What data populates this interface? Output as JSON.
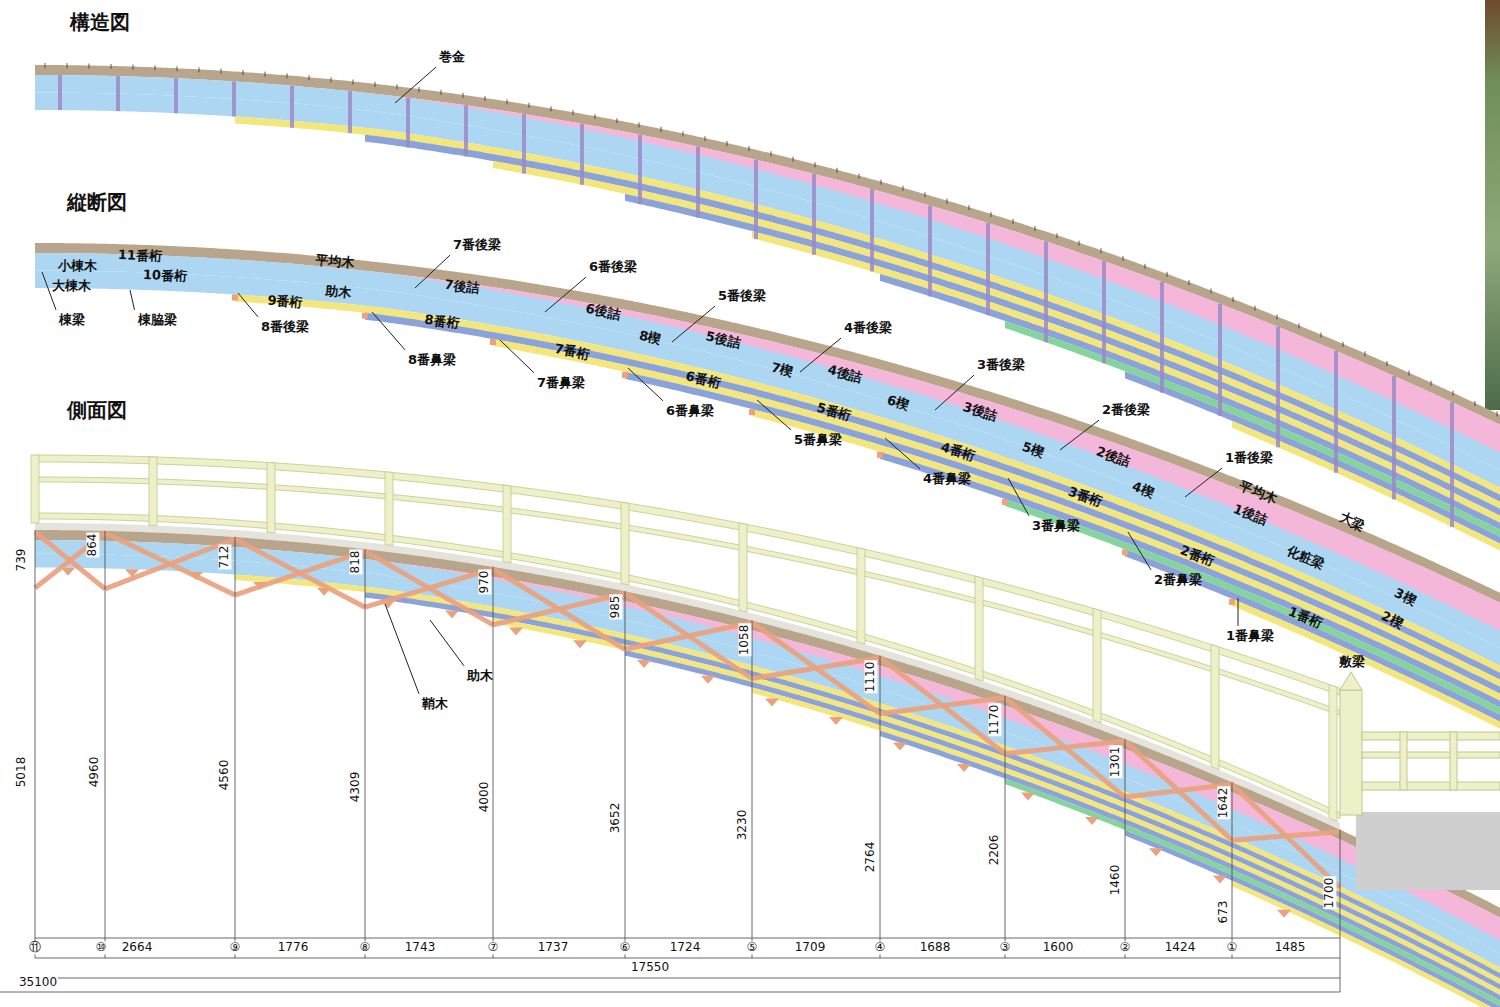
{
  "diagram": {
    "labels": [
      "構造図",
      "巻金",
      "縦断図",
      "小棟木",
      "11番桁",
      "大棟木",
      "10番桁",
      "平均木",
      "助木",
      "9番桁",
      "棟梁",
      "棟脇梁",
      "8番後梁",
      "7番後梁",
      "7後詰",
      "6番後梁",
      "6後詰",
      "8番桁",
      "8番鼻梁",
      "5番後梁",
      "8楔",
      "5後詰",
      "7番桁",
      "7番鼻梁",
      "4番後梁",
      "7楔",
      "4後詰",
      "6番桁",
      "6番鼻梁",
      "3番後梁",
      "6楔",
      "3後詰",
      "5番桁",
      "5番鼻梁",
      "2番後梁",
      "5楔",
      "2後詰",
      "4番桁",
      "4番鼻梁",
      "1番後梁",
      "4楔",
      "平均木",
      "1後詰",
      "3番桁",
      "3番鼻梁",
      "大梁",
      "化粧梁",
      "2番桁",
      "2番鼻梁",
      "3楔",
      "2楔",
      "1番桁",
      "1番鼻梁",
      "敷梁",
      "側面図",
      "739",
      "864",
      "712",
      "818",
      "970",
      "985",
      "1058",
      "1110",
      "1170",
      "1301",
      "1642",
      "1700",
      "助木",
      "鞘木",
      "5018",
      "4960",
      "4560",
      "4309",
      "4000",
      "3652",
      "3230",
      "2764",
      "2206",
      "1460",
      "673",
      "⑪",
      "⑩",
      "2664",
      "⑨",
      "1776",
      "⑧",
      "1743",
      "⑦",
      "1737",
      "⑥",
      "1724",
      "⑤",
      "1709",
      "④",
      "1688",
      "③",
      "1600",
      "②",
      "1424",
      "①",
      "1485",
      "17550",
      "35100"
    ]
  }
}
